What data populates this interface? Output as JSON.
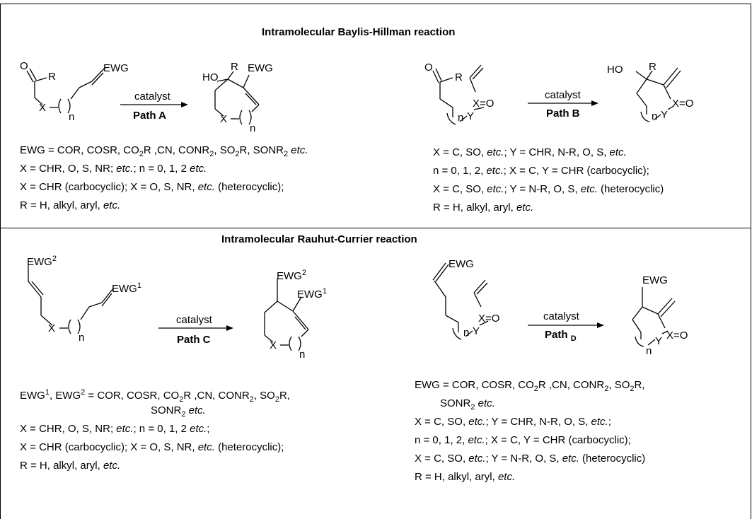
{
  "top": {
    "title": "Intramolecular Baylis-Hillman reaction",
    "path_a": {
      "catalyst": "catalyst",
      "path": "Path A"
    },
    "path_b": {
      "catalyst": "catalyst",
      "path": "Path B"
    },
    "left_conditions": [
      {
        "pre": "EWG = COR, COSR, CO",
        "sub1": "2",
        "mid": "R ,CN, CONR",
        "sub2": "2",
        "mid2": ", SO",
        "sub3": "2",
        "mid3": "R, SONR",
        "sub4": "2",
        "etc": " etc."
      },
      {
        "pre": "X = CHR, O, S, NR; ",
        "it": "etc.",
        "post": "; n = 0, 1, 2 ",
        "it2": "etc."
      },
      {
        "pre": "X = CHR (carbocyclic); X = O, S, NR, ",
        "it": "etc.",
        "post": " (heterocyclic);"
      },
      {
        "pre": "R = H, alkyl, aryl, ",
        "it": "etc."
      }
    ],
    "right_conditions": [
      {
        "pre": "X = C, SO, ",
        "it": "etc.",
        "post": "; Y = CHR, N-R, O, S, ",
        "it2": "etc."
      },
      {
        "pre": "n = 0, 1, 2, ",
        "it": "etc.",
        "post": "; X = C, Y = CHR (carbocyclic);"
      },
      {
        "pre": "X = C, SO, ",
        "it": "etc.",
        "post": "; Y =  N-R, O, S, ",
        "it2": "etc.",
        "post2": " (heterocyclic)"
      },
      {
        "pre": "R = H, alkyl, aryl, ",
        "it": "etc."
      }
    ]
  },
  "bottom": {
    "title": "Intramolecular Rauhut-Currier reaction",
    "path_c": {
      "catalyst": "catalyst",
      "path": "Path C"
    },
    "path_d": {
      "catalyst": "catalyst",
      "path": "Path ",
      "path_sub": "D"
    },
    "left_conditions": [
      {
        "pre": "EWG",
        "sup1": "1",
        "mid": ", EWG",
        "sup2": "2",
        "post": " = COR, COSR, CO",
        "sub1": "2",
        "post2": "R ,CN, CONR",
        "sub2": "2",
        "post3": ", SO",
        "sub3": "2",
        "post4": "R,"
      },
      {
        "pre": "SONR",
        "sub1": "2",
        "it": " etc."
      },
      {
        "pre": "X = CHR, O, S, NR; ",
        "it": "etc.",
        "post": "; n = 0, 1, 2 ",
        "it2": "etc.",
        "post2": ";"
      },
      {
        "pre": "X = CHR (carbocyclic); X = O, S, NR, ",
        "it": "etc.",
        "post": " (heterocyclic);"
      },
      {
        "pre": "R = H, alkyl, aryl, ",
        "it": "etc."
      }
    ],
    "right_conditions": [
      {
        "pre": "EWG = COR, COSR, CO",
        "sub1": "2",
        "mid": "R ,CN, CONR",
        "sub2": "2",
        "mid2": ", SO",
        "sub3": "2",
        "mid3": "R,"
      },
      {
        "pre": "SONR",
        "sub1": "2",
        "it": " etc."
      },
      {
        "pre": "X = C, SO, ",
        "it": "etc.",
        "post": "; Y = CHR, N-R, O, S, ",
        "it2": "etc.",
        "post2": ";"
      },
      {
        "pre": "n = 0, 1, 2, ",
        "it": "etc.",
        "post": "; X = C, Y = CHR (carbocyclic);"
      },
      {
        "pre": "X = C, SO, ",
        "it": "etc.",
        "post": "; Y =  N-R, O, S, ",
        "it2": "etc.",
        "post2": " (heterocyclic)"
      },
      {
        "pre": "R = H, alkyl, aryl, ",
        "it": "etc."
      }
    ]
  },
  "atoms": {
    "O": "O",
    "R": "R",
    "EWG": "EWG",
    "X": "X",
    "Y": "Y",
    "n": "n",
    "HO": "HO",
    "X_eq_O": "X=O",
    "paren": ")",
    "EWG_sup1": "1",
    "EWG_sup2": "2"
  }
}
